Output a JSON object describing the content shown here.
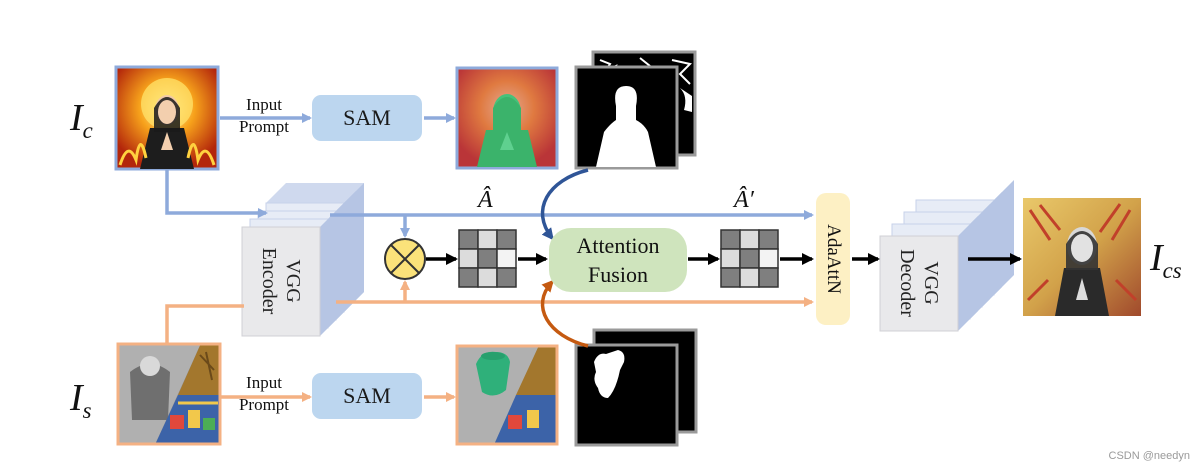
{
  "inputs": {
    "content_label": {
      "base": "I",
      "sub": "c"
    },
    "style_label": {
      "base": "I",
      "sub": "s"
    },
    "output_label": {
      "base": "I",
      "sub": "cs"
    }
  },
  "prompt": {
    "line1": "Input",
    "line2": "Prompt"
  },
  "sam": {
    "label": "SAM"
  },
  "encoder": {
    "line1": "VGG",
    "line2": "Encoder"
  },
  "decoder": {
    "line1": "VGG",
    "line2": "Decoder"
  },
  "attention_fusion": {
    "line1": "Attention",
    "line2": "Fusion"
  },
  "adaattn": {
    "label": "AdaAttN"
  },
  "attention_map": {
    "label": "Â"
  },
  "attention_map_fused": {
    "label": "Â′"
  },
  "watermark": {
    "text": "CSDN @needyn"
  },
  "colors": {
    "content_path": "#8eaadb",
    "style_path": "#f4b183",
    "sam_fill": "#bcd6ef",
    "fusion_fill": "#cfe4bd",
    "adaattn_fill": "#fdf0c4",
    "multiply_fill": "#fbe27a",
    "curve_blue": "#2f5597",
    "curve_orange": "#c55a11"
  }
}
